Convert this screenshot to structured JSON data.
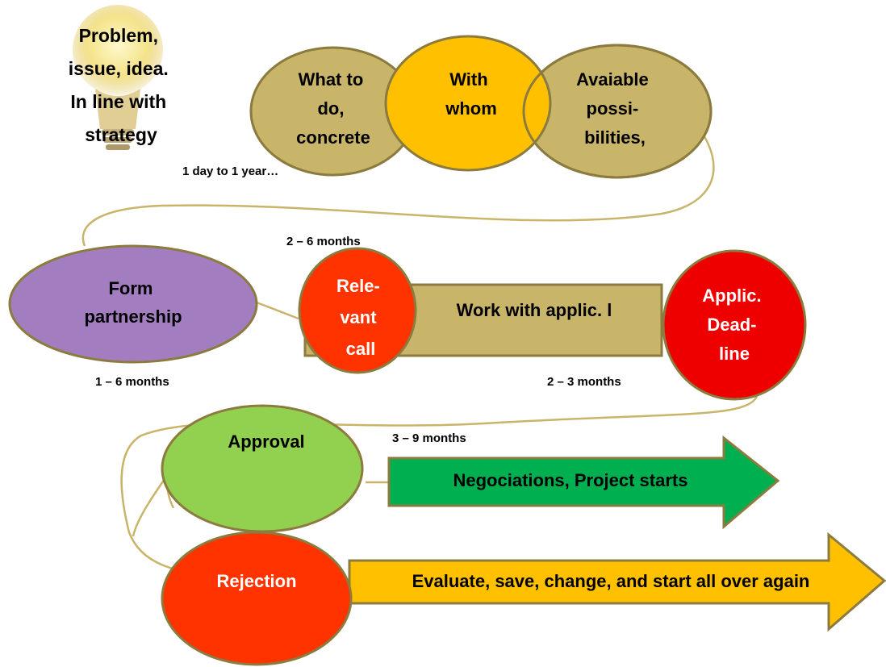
{
  "idea": {
    "lines": [
      "Problem,",
      "issue, idea.",
      "In line with",
      "strategy"
    ],
    "icon": "lightbulb-icon"
  },
  "planning": {
    "what": [
      "What to",
      "do,",
      "concrete"
    ],
    "whom": [
      "With",
      "whom"
    ],
    "possibilities": [
      "Avaiable",
      "possi-",
      "bilities,"
    ]
  },
  "partnership": [
    "Form",
    "partnership"
  ],
  "call": [
    "Rele-",
    "vant",
    "call"
  ],
  "work": "Work with applic. l",
  "deadline": [
    "Applic.",
    "Dead-",
    "line"
  ],
  "approval": "Approval",
  "negotiations": "Negociations, Project starts",
  "rejection": "Rejection",
  "evaluate": "Evaluate, save, change, and start all over again",
  "durations": {
    "d1": "1 day to 1 year…",
    "d2": "2 – 6 months",
    "d3": "1 – 6 months",
    "d4": "2 – 3 months",
    "d5": "3 – 9 months"
  },
  "colors": {
    "khaki": "#C8B56A",
    "khaki_border": "#8C7B3E",
    "amber": "#FFC000",
    "purple": "#A27EC1",
    "red_orange": "#FF3300",
    "red": "#EE0000",
    "light_green": "#92D050",
    "green": "#00B050",
    "connector": "#C8B56A"
  }
}
